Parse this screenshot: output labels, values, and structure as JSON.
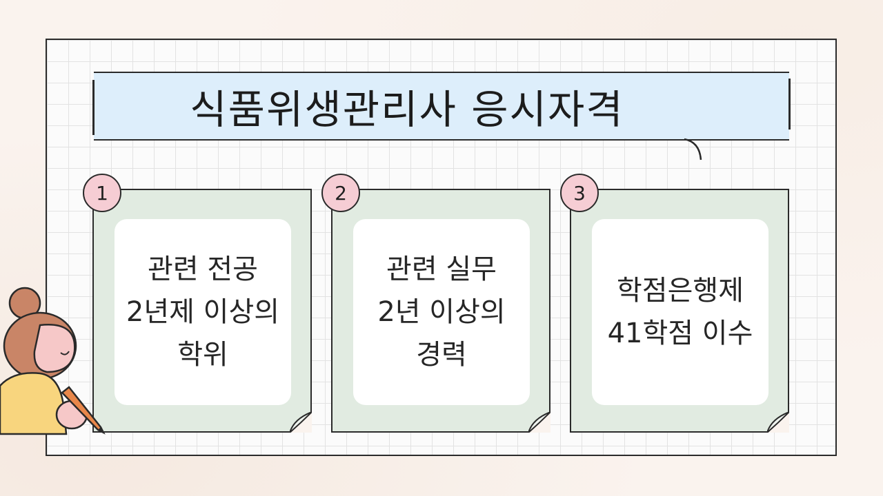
{
  "title": "식품위생관리사 응시자격",
  "cards": [
    {
      "number": "1",
      "lines": [
        "관련 전공",
        "2년제 이상의",
        "학위"
      ]
    },
    {
      "number": "2",
      "lines": [
        "관련 실무",
        "2년 이상의",
        "경력"
      ]
    },
    {
      "number": "3",
      "lines": [
        "학점은행제",
        "41학점 이수"
      ]
    }
  ],
  "colors": {
    "title_bg": "#ddeefb",
    "card_bg": "#e1ebe1",
    "badge_bg": "#f6cdd4",
    "outline": "#2a2a2a"
  },
  "icons": [
    "student-with-pencil-illustration",
    "page-curl-icon"
  ]
}
